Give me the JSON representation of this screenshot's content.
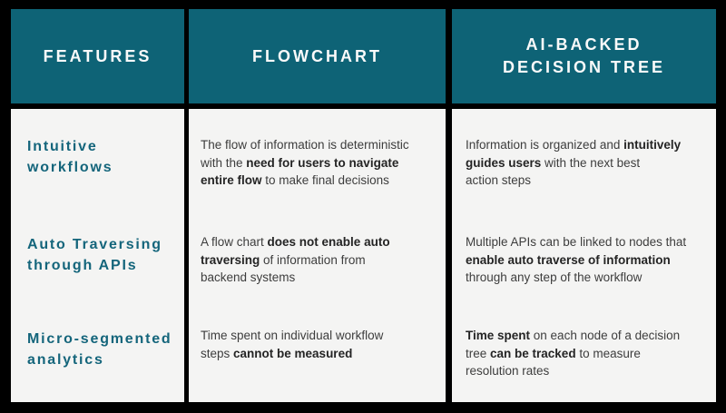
{
  "colors": {
    "frame_bg": "#000000",
    "header_bg": "#0E6376",
    "header_text": "#FAFAFA",
    "body_bg": "#F4F4F3",
    "feature_text": "#14657B",
    "body_text": "#3D3D3D",
    "bold_text": "#242424"
  },
  "table": {
    "headers": [
      {
        "id": "features",
        "label": "FEATURES"
      },
      {
        "id": "flowchart",
        "label": "FLOWCHART"
      },
      {
        "id": "ai",
        "label": "AI-BACKED\nDECISION TREE"
      }
    ],
    "rows": [
      {
        "feature": "Intuitive\nworkflows",
        "flowchart_segments": [
          {
            "t": "The flow of information is deterministic\nwith the ",
            "b": false
          },
          {
            "t": "need for users to navigate\nentire flow",
            "b": true
          },
          {
            "t": " to make final decisions",
            "b": false
          }
        ],
        "ai_segments": [
          {
            "t": "Information is organized  and ",
            "b": false
          },
          {
            "t": "intuitively\nguides users",
            "b": true
          },
          {
            "t": " with the next best\naction steps",
            "b": false
          }
        ]
      },
      {
        "feature": "Auto Traversing\nthrough APIs",
        "flowchart_segments": [
          {
            "t": "A flow chart ",
            "b": false
          },
          {
            "t": "does not enable auto\ntraversing",
            "b": true
          },
          {
            "t": " of information from\nbackend systems",
            "b": false
          }
        ],
        "ai_segments": [
          {
            "t": "Multiple APIs can be linked to nodes that\n",
            "b": false
          },
          {
            "t": "enable  auto traverse of  information",
            "b": true
          },
          {
            "t": "\nthrough any step of the workflow",
            "b": false
          }
        ]
      },
      {
        "feature": "Micro-segmented\nanalytics",
        "flowchart_segments": [
          {
            "t": "Time spent on individual workflow\nsteps ",
            "b": false
          },
          {
            "t": "cannot be measured",
            "b": true
          }
        ],
        "ai_segments": [
          {
            "t": "Time spent",
            "b": true
          },
          {
            "t": " on each node of a decision\ntree ",
            "b": false
          },
          {
            "t": "can be tracked",
            "b": true
          },
          {
            "t": " to measure\nresolution rates",
            "b": false
          }
        ]
      }
    ]
  }
}
